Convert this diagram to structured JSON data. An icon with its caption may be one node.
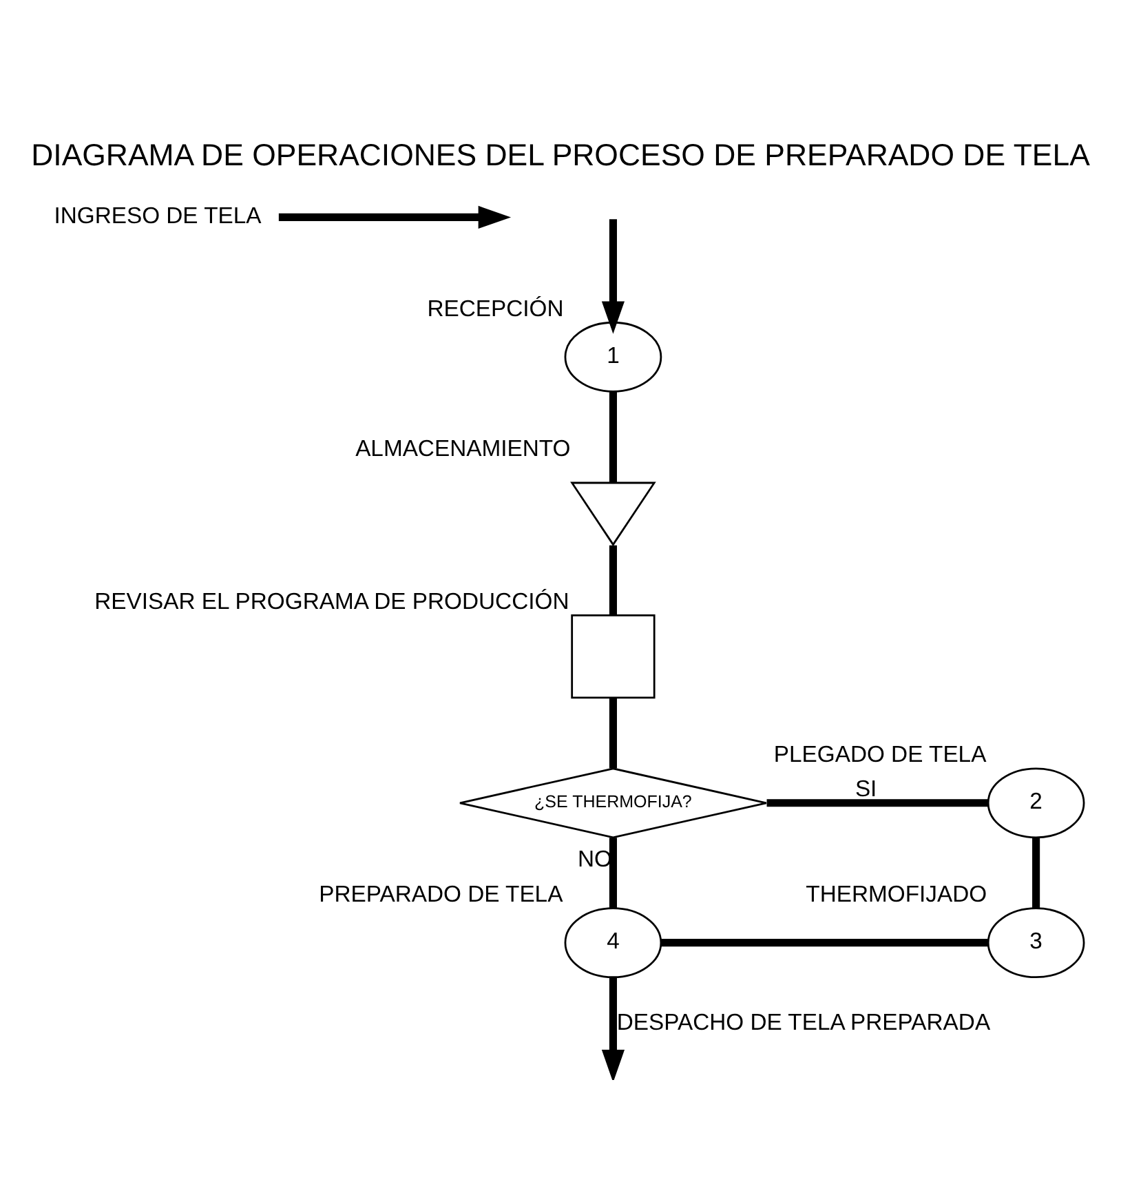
{
  "diagram": {
    "title": "DIAGRAMA DE OPERACIONES DEL PROCESO DE PREPARADO DE TELA",
    "nodes": [
      {
        "text": [
          "INGRESO DE TELA"
        ]
      },
      {
        "text": [
          "1"
        ],
        "beside": [
          "RECEPCIÓN"
        ]
      },
      {
        "text": [],
        "shape": "triangle",
        "beside": [
          "ALMACENAMIENTO"
        ]
      },
      {
        "text": [],
        "shape": "box",
        "beside": [
          "REVISAR EL PROGRAMA DE PRODUCCIÓN"
        ]
      },
      {
        "text": [
          "¿SE THERMOFIJA?"
        ]
      },
      {
        "text": [
          "2"
        ],
        "beside": [
          "PLEGADO DE TELA"
        ]
      },
      {
        "text": [
          "3"
        ],
        "beside": [
          "THERMOFIJADO"
        ]
      },
      {
        "text": [
          "4"
        ],
        "beside": [
          "PREPARADO DE TELA"
        ]
      }
    ],
    "edges": [
      {
        "from": 0,
        "to": null,
        "arrow": "to"
      },
      {
        "from": null,
        "to": 1,
        "arrow": "to"
      },
      {
        "from": 1,
        "to": 2,
        "arrow": "none"
      },
      {
        "from": 2,
        "to": 3,
        "arrow": "none"
      },
      {
        "from": 3,
        "to": 4,
        "arrow": "none"
      },
      {
        "from": 4,
        "to": 5,
        "arrow": "none",
        "label": "SI"
      },
      {
        "from": 5,
        "to": 6,
        "arrow": "none"
      },
      {
        "from": 6,
        "to": 7,
        "arrow": "none"
      },
      {
        "from": 4,
        "to": 7,
        "arrow": "none",
        "label": "NO"
      },
      {
        "from": 7,
        "to": null,
        "arrow": "to",
        "label": "DESPACHO DE TELA PREPARADA"
      }
    ]
  }
}
